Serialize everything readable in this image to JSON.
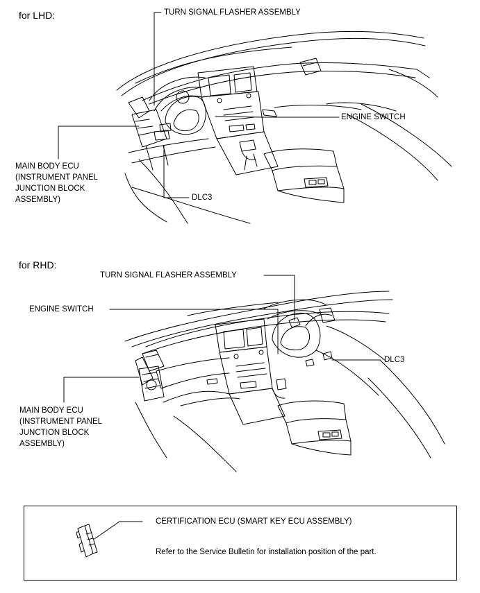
{
  "lhd": {
    "title": "for LHD:",
    "turn_signal": "TURN SIGNAL FLASHER ASSEMBLY",
    "engine_switch": "ENGINE SWITCH",
    "main_body_ecu": [
      "MAIN BODY ECU",
      "(INSTRUMENT PANEL",
      "JUNCTION BLOCK",
      "ASSEMBLY)"
    ],
    "dlc3": "DLC3"
  },
  "rhd": {
    "title": "for RHD:",
    "turn_signal": "TURN SIGNAL FLASHER ASSEMBLY",
    "engine_switch": "ENGINE SWITCH",
    "main_body_ecu": [
      "MAIN BODY ECU",
      "(INSTRUMENT PANEL",
      "JUNCTION BLOCK",
      "ASSEMBLY)"
    ],
    "dlc3": "DLC3"
  },
  "legend": {
    "part": "CERTIFICATION ECU (SMART KEY ECU ASSEMBLY)",
    "note": "Refer to the Service Bulletin for installation position of the part."
  }
}
